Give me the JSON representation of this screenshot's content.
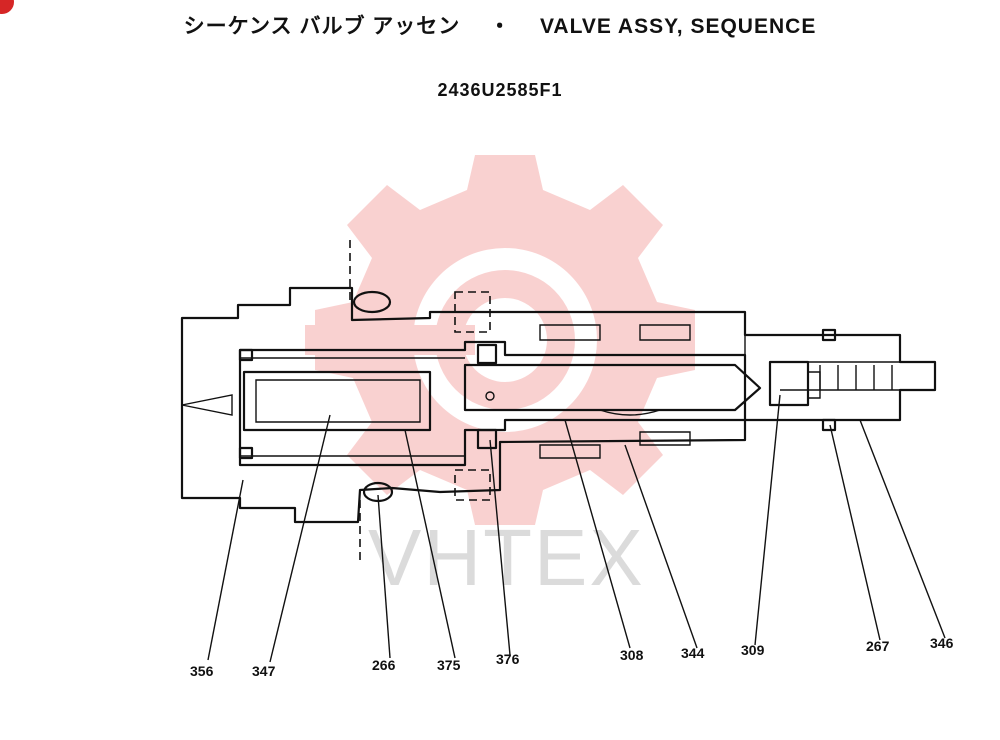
{
  "title": {
    "japanese": "シーケンス バルブ アッセン",
    "separator": "・",
    "english": "VALVE ASSY, SEQUENCE"
  },
  "part_number": "2436U2585F1",
  "watermark": {
    "text": "VHTEX",
    "color": "#e8332f"
  },
  "callouts": [
    {
      "id": "356",
      "label": "356"
    },
    {
      "id": "347",
      "label": "347"
    },
    {
      "id": "266",
      "label": "266"
    },
    {
      "id": "375",
      "label": "375"
    },
    {
      "id": "376",
      "label": "376"
    },
    {
      "id": "308",
      "label": "308"
    },
    {
      "id": "344",
      "label": "344"
    },
    {
      "id": "309",
      "label": "309"
    },
    {
      "id": "267",
      "label": "267"
    },
    {
      "id": "346",
      "label": "346"
    }
  ]
}
